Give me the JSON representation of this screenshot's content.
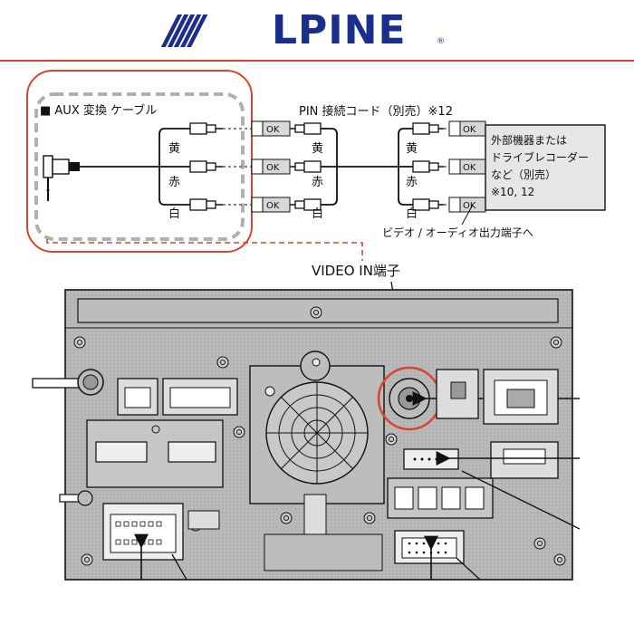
{
  "brand": {
    "stripes": "/////",
    "name": "LPINE",
    "registered": "®",
    "color": "#1a2e8c",
    "rule_color": "#d9452c"
  },
  "aux_cable": {
    "title": "■ AUX 変換 ケーブル",
    "wire_colors": [
      "黄",
      "赤",
      "白"
    ],
    "box_border_color": "#d9452c"
  },
  "pin_cord": {
    "title": "PIN 接続コード（別売）※12",
    "wire_colors": [
      "黄",
      "赤",
      "白"
    ]
  },
  "device_wires": [
    "黄",
    "赤",
    "白"
  ],
  "ok_label": "OK",
  "external_device": {
    "lines": [
      "外部機器または",
      "ドライブレコーダー",
      "など（別売）",
      "※10, 12"
    ]
  },
  "output_caption": "ビデオ / オーディオ出力端子へ",
  "video_in_label": "VIDEO IN端子"
}
